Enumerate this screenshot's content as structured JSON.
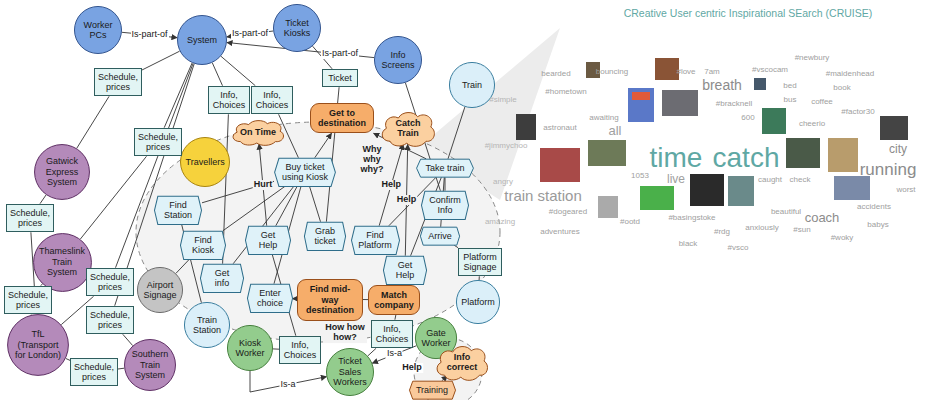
{
  "diagram": {
    "title": "CReative User centric Inspirational SEarch (CRUISE)",
    "nodes": [
      {
        "text": [
          "Worker PCs"
        ]
      },
      {
        "text": [
          "System"
        ]
      },
      {
        "text": [
          "Ticket Kiosks"
        ]
      },
      {
        "text": [
          "Info Screens"
        ]
      },
      {
        "text": [
          "Train"
        ]
      },
      {
        "text": [
          "Travellers"
        ]
      },
      {
        "text": [
          "Gatwick Express System"
        ]
      },
      {
        "text": [
          "Thameslink Train System"
        ]
      },
      {
        "text": [
          "TfL (Transport for London)"
        ]
      },
      {
        "text": [
          "Southern Train System"
        ]
      },
      {
        "text": [
          "Airport Signage"
        ]
      },
      {
        "text": [
          "Train Station"
        ]
      },
      {
        "text": [
          "Kiosk Worker"
        ]
      },
      {
        "text": [
          "Ticket Sales Workers"
        ]
      },
      {
        "text": [
          "Gate Worker"
        ]
      },
      {
        "text": [
          "Platform"
        ]
      },
      {
        "text": [
          "Schedule, prices"
        ]
      },
      {
        "text": [
          "Schedule, prices"
        ]
      },
      {
        "text": [
          "Schedule, prices"
        ]
      },
      {
        "text": [
          "Schedule, prices"
        ]
      },
      {
        "text": [
          "Schedule, prices"
        ]
      },
      {
        "text": [
          "Schedule, prices"
        ]
      },
      {
        "text": [
          "Schedule, prices"
        ]
      },
      {
        "text": [
          "Info, Choices"
        ]
      },
      {
        "text": [
          "Info, Choices"
        ]
      },
      {
        "text": [
          "Info, Choices"
        ]
      },
      {
        "text": [
          "Info, Choices"
        ]
      },
      {
        "text": [
          "Ticket"
        ]
      },
      {
        "text": [
          "Platform Signage"
        ]
      },
      {
        "text": [
          "On Time"
        ]
      },
      {
        "text": [
          "Get to destination"
        ]
      },
      {
        "text": [
          "Catch Train"
        ]
      },
      {
        "text": [
          "Buy ticket using Kiosk"
        ]
      },
      {
        "text": [
          "Take train"
        ]
      },
      {
        "text": [
          "Find Station"
        ]
      },
      {
        "text": [
          "Find Kiosk"
        ]
      },
      {
        "text": [
          "Get Help"
        ]
      },
      {
        "text": [
          "Get info"
        ]
      },
      {
        "text": [
          "Grab ticket"
        ]
      },
      {
        "text": [
          "Find Platform"
        ]
      },
      {
        "text": [
          "Get Help"
        ]
      },
      {
        "text": [
          "Confirm Info"
        ]
      },
      {
        "text": [
          "Arrive"
        ]
      },
      {
        "text": [
          "Enter choice"
        ]
      },
      {
        "text": [
          "Find mid-way destination"
        ]
      },
      {
        "text": [
          "Match company"
        ]
      },
      {
        "text": [
          "Info correct"
        ]
      },
      {
        "text": [
          "Training"
        ]
      }
    ],
    "edges": [
      {
        "from": 0,
        "to": 1,
        "label": "Is-part-of",
        "arrow": "to"
      },
      {
        "from": 2,
        "to": 1,
        "label": "Is-part-of",
        "arrow": "to"
      },
      {
        "from": 3,
        "to": 1,
        "label": "Is-part-of",
        "arrow": "to"
      },
      {
        "from": 12,
        "to": 13,
        "label": "Is-a",
        "arrow": "to"
      },
      {
        "from": 14,
        "to": 13,
        "label": "Is-a",
        "arrow": "to"
      },
      {
        "from": 1,
        "to": 16,
        "arrow": "none"
      },
      {
        "from": 16,
        "to": 6,
        "arrow": "none"
      },
      {
        "from": 1,
        "to": 17,
        "arrow": "none"
      },
      {
        "from": 17,
        "to": 7,
        "arrow": "none"
      },
      {
        "from": 6,
        "to": 18,
        "arrow": "none"
      },
      {
        "from": 18,
        "to": 8,
        "arrow": "none"
      },
      {
        "from": 7,
        "to": 19,
        "arrow": "none"
      },
      {
        "from": 19,
        "to": 8,
        "arrow": "none"
      },
      {
        "from": 1,
        "to": 20,
        "arrow": "none"
      },
      {
        "from": 20,
        "to": 8,
        "arrow": "none"
      },
      {
        "from": 1,
        "to": 21,
        "arrow": "none"
      },
      {
        "from": 21,
        "to": 9,
        "arrow": "none"
      },
      {
        "from": 8,
        "to": 22,
        "arrow": "none"
      },
      {
        "from": 22,
        "to": 9,
        "arrow": "none"
      },
      {
        "from": 1,
        "to": 23,
        "arrow": "none"
      },
      {
        "from": 23,
        "to": 37,
        "arrow": "none"
      },
      {
        "from": 1,
        "to": 24,
        "arrow": "none"
      },
      {
        "from": 24,
        "to": 32,
        "arrow": "none"
      },
      {
        "from": 2,
        "to": 27,
        "arrow": "none"
      },
      {
        "from": 27,
        "to": 38,
        "arrow": "none"
      },
      {
        "from": 3,
        "to": 41,
        "arrow": "none"
      },
      {
        "from": 4,
        "to": 33,
        "arrow": "none"
      },
      {
        "from": 12,
        "to": 25,
        "arrow": "none"
      },
      {
        "from": 25,
        "to": 36,
        "arrow": "none"
      },
      {
        "from": 13,
        "to": 26,
        "arrow": "none"
      },
      {
        "from": 26,
        "to": 40,
        "arrow": "none"
      },
      {
        "from": 15,
        "to": 28,
        "arrow": "none"
      },
      {
        "from": 28,
        "to": 42,
        "arrow": "none"
      },
      {
        "from": 11,
        "to": 34,
        "arrow": "none"
      },
      {
        "from": 10,
        "to": 35,
        "arrow": "none"
      },
      {
        "from": 32,
        "to": 30,
        "arrow": "to"
      },
      {
        "from": 33,
        "to": 30,
        "arrow": "to"
      },
      {
        "from": 36,
        "to": 29,
        "label": "Hurt",
        "arrow": "to"
      },
      {
        "from": 39,
        "to": 31,
        "label": "Help",
        "arrow": "to"
      },
      {
        "from": 40,
        "to": 31,
        "label": "Help",
        "arrow": "to"
      },
      {
        "from": 34,
        "to": 32,
        "arrow": "none"
      },
      {
        "from": 35,
        "to": 32,
        "arrow": "none"
      },
      {
        "from": 36,
        "to": 32,
        "arrow": "none"
      },
      {
        "from": 37,
        "to": 32,
        "arrow": "none"
      },
      {
        "from": 38,
        "to": 32,
        "arrow": "none"
      },
      {
        "from": 43,
        "to": 32,
        "arrow": "none"
      },
      {
        "from": 39,
        "to": 33,
        "arrow": "none"
      },
      {
        "from": 40,
        "to": 33,
        "arrow": "none"
      },
      {
        "from": 41,
        "to": 33,
        "arrow": "none"
      },
      {
        "from": 42,
        "to": 33,
        "arrow": "none"
      },
      {
        "from": 44,
        "to": 43,
        "arrow": "to"
      },
      {
        "from": 45,
        "to": 43,
        "arrow": "to"
      },
      {
        "from": 47,
        "to": 46,
        "label": "Help",
        "arrow": "to"
      }
    ],
    "labels": [
      "Why why why?",
      "How how how?",
      "#simple",
      "bearded",
      "bouncing",
      "#love",
      "7am",
      "#vscocam",
      "#newbury",
      "breath",
      "#hometown",
      "bed",
      "#maidenhead",
      "book",
      "astronaut",
      "awaiting",
      "all",
      "bus",
      "#bracknell",
      "coffee",
      "600",
      "#factor30",
      "cheerio",
      "#jimmychoo",
      "time",
      "catch",
      "city",
      "running",
      "angry",
      "train station",
      "1053",
      "live",
      "caught",
      "check",
      "worst",
      "#dogeared",
      "amazing",
      "beautiful",
      "coach",
      "accidents",
      "adventures",
      "#ootd",
      "#basingstoke",
      "#rdg",
      "anxiously",
      "#sun",
      "babys",
      "black",
      "#vsco",
      "#woky"
    ]
  }
}
